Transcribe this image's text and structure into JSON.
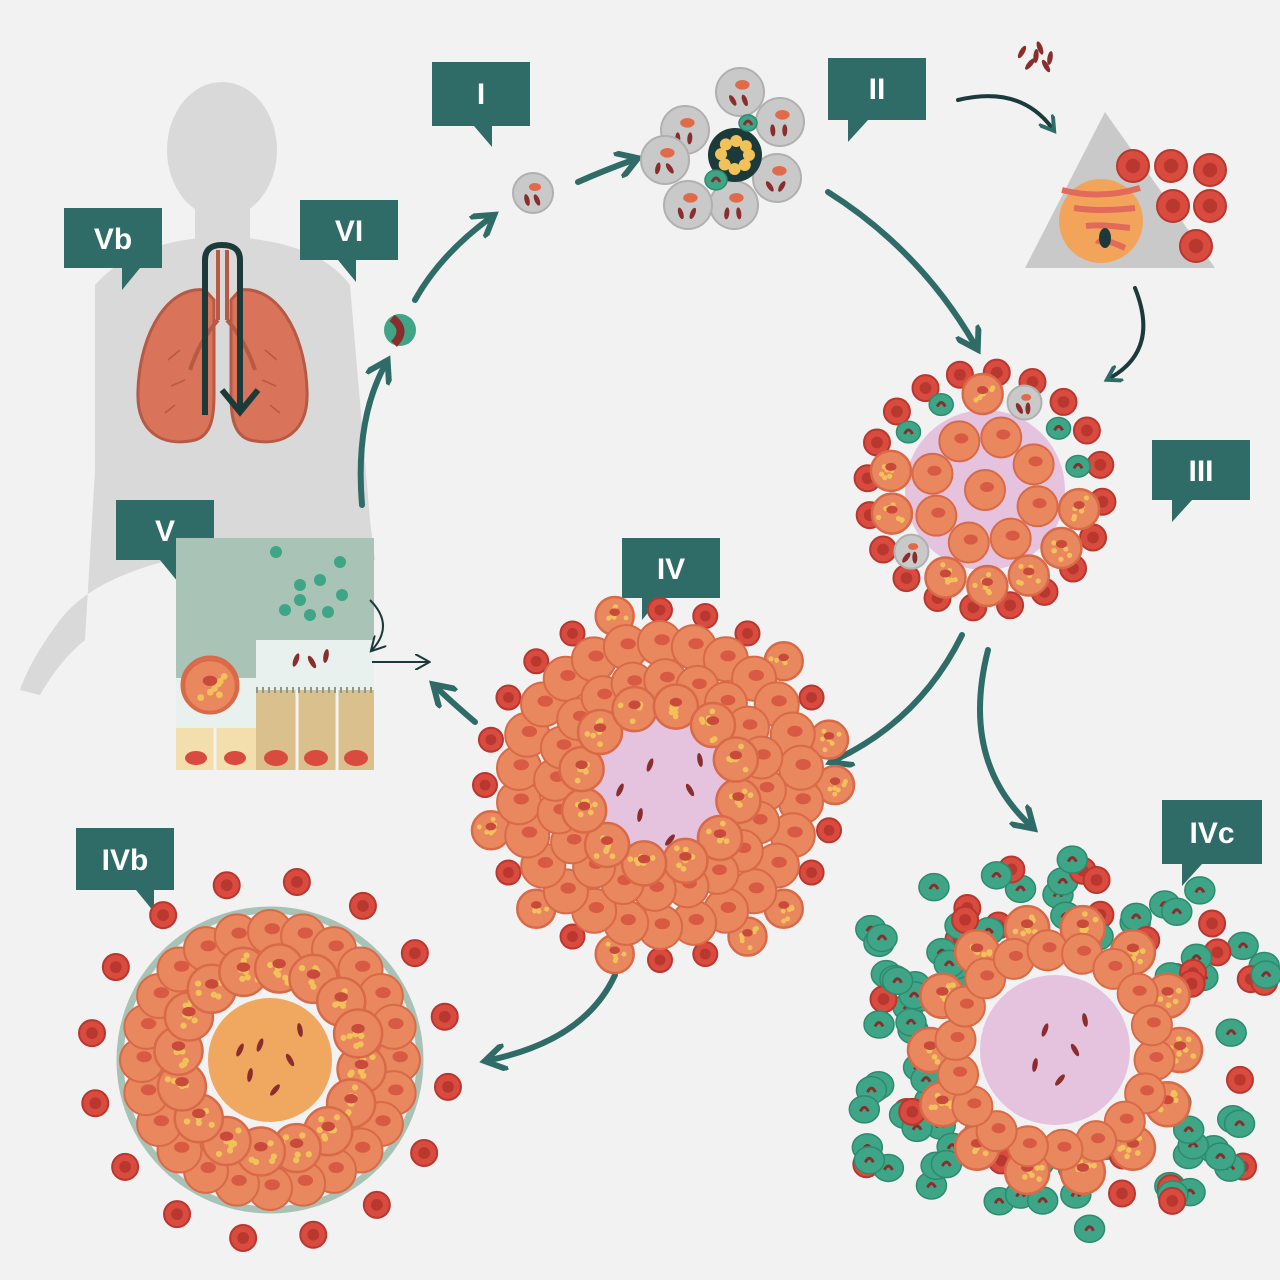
{
  "labels": {
    "I": "I",
    "II": "II",
    "III": "III",
    "IV": "IV",
    "IVb": "IVb",
    "IVc": "IVc",
    "V": "V",
    "Vb": "Vb",
    "VI": "VI"
  },
  "colors": {
    "background": "#f2f2f2",
    "callout": "#2f6b67",
    "arrow": "#2f6b67",
    "body_silhouette": "#d9d9d9",
    "lung": "#d9735a",
    "macrophage": "#c9c9c9",
    "epithelioid": "#e9875f",
    "epithelioid_dark": "#d96a48",
    "lymphocyte_red": "#d94a3f",
    "lymphocyte_green": "#3fa587",
    "caseum": "#e5c3df",
    "caseum_IVb": "#f0a760",
    "fibrous_capsule": "#a8c2b5",
    "bacteria": "#8a2d2d",
    "granule": "#f2c25a",
    "tissue_upper": "#a9c4b6",
    "tissue_lower": "#d9c08c",
    "tissue_bottom": "#f3dfae"
  },
  "icons": {
    "body": "human-silhouette-icon",
    "lungs": "lungs-icon",
    "arrow": "curved-arrow-icon"
  }
}
